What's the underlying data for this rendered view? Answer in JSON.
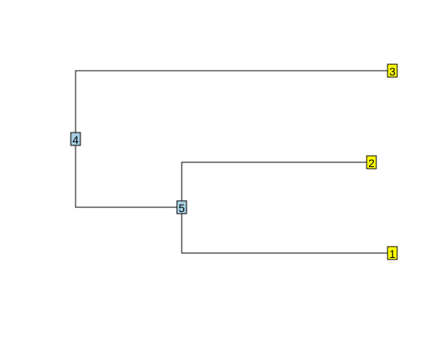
{
  "tree": {
    "colors": {
      "internal_fill": "#a6cee3",
      "leaf_fill": "#ffff00",
      "line": "#000000"
    },
    "nodes": [
      {
        "id": "4",
        "label": "4",
        "kind": "internal"
      },
      {
        "id": "5",
        "label": "5",
        "kind": "internal"
      },
      {
        "id": "3",
        "label": "3",
        "kind": "leaf"
      },
      {
        "id": "2",
        "label": "2",
        "kind": "leaf"
      },
      {
        "id": "1",
        "label": "1",
        "kind": "leaf"
      }
    ],
    "edges": [
      {
        "from": "4",
        "to": "3"
      },
      {
        "from": "4",
        "to": "5"
      },
      {
        "from": "5",
        "to": "2"
      },
      {
        "from": "5",
        "to": "1"
      }
    ]
  }
}
